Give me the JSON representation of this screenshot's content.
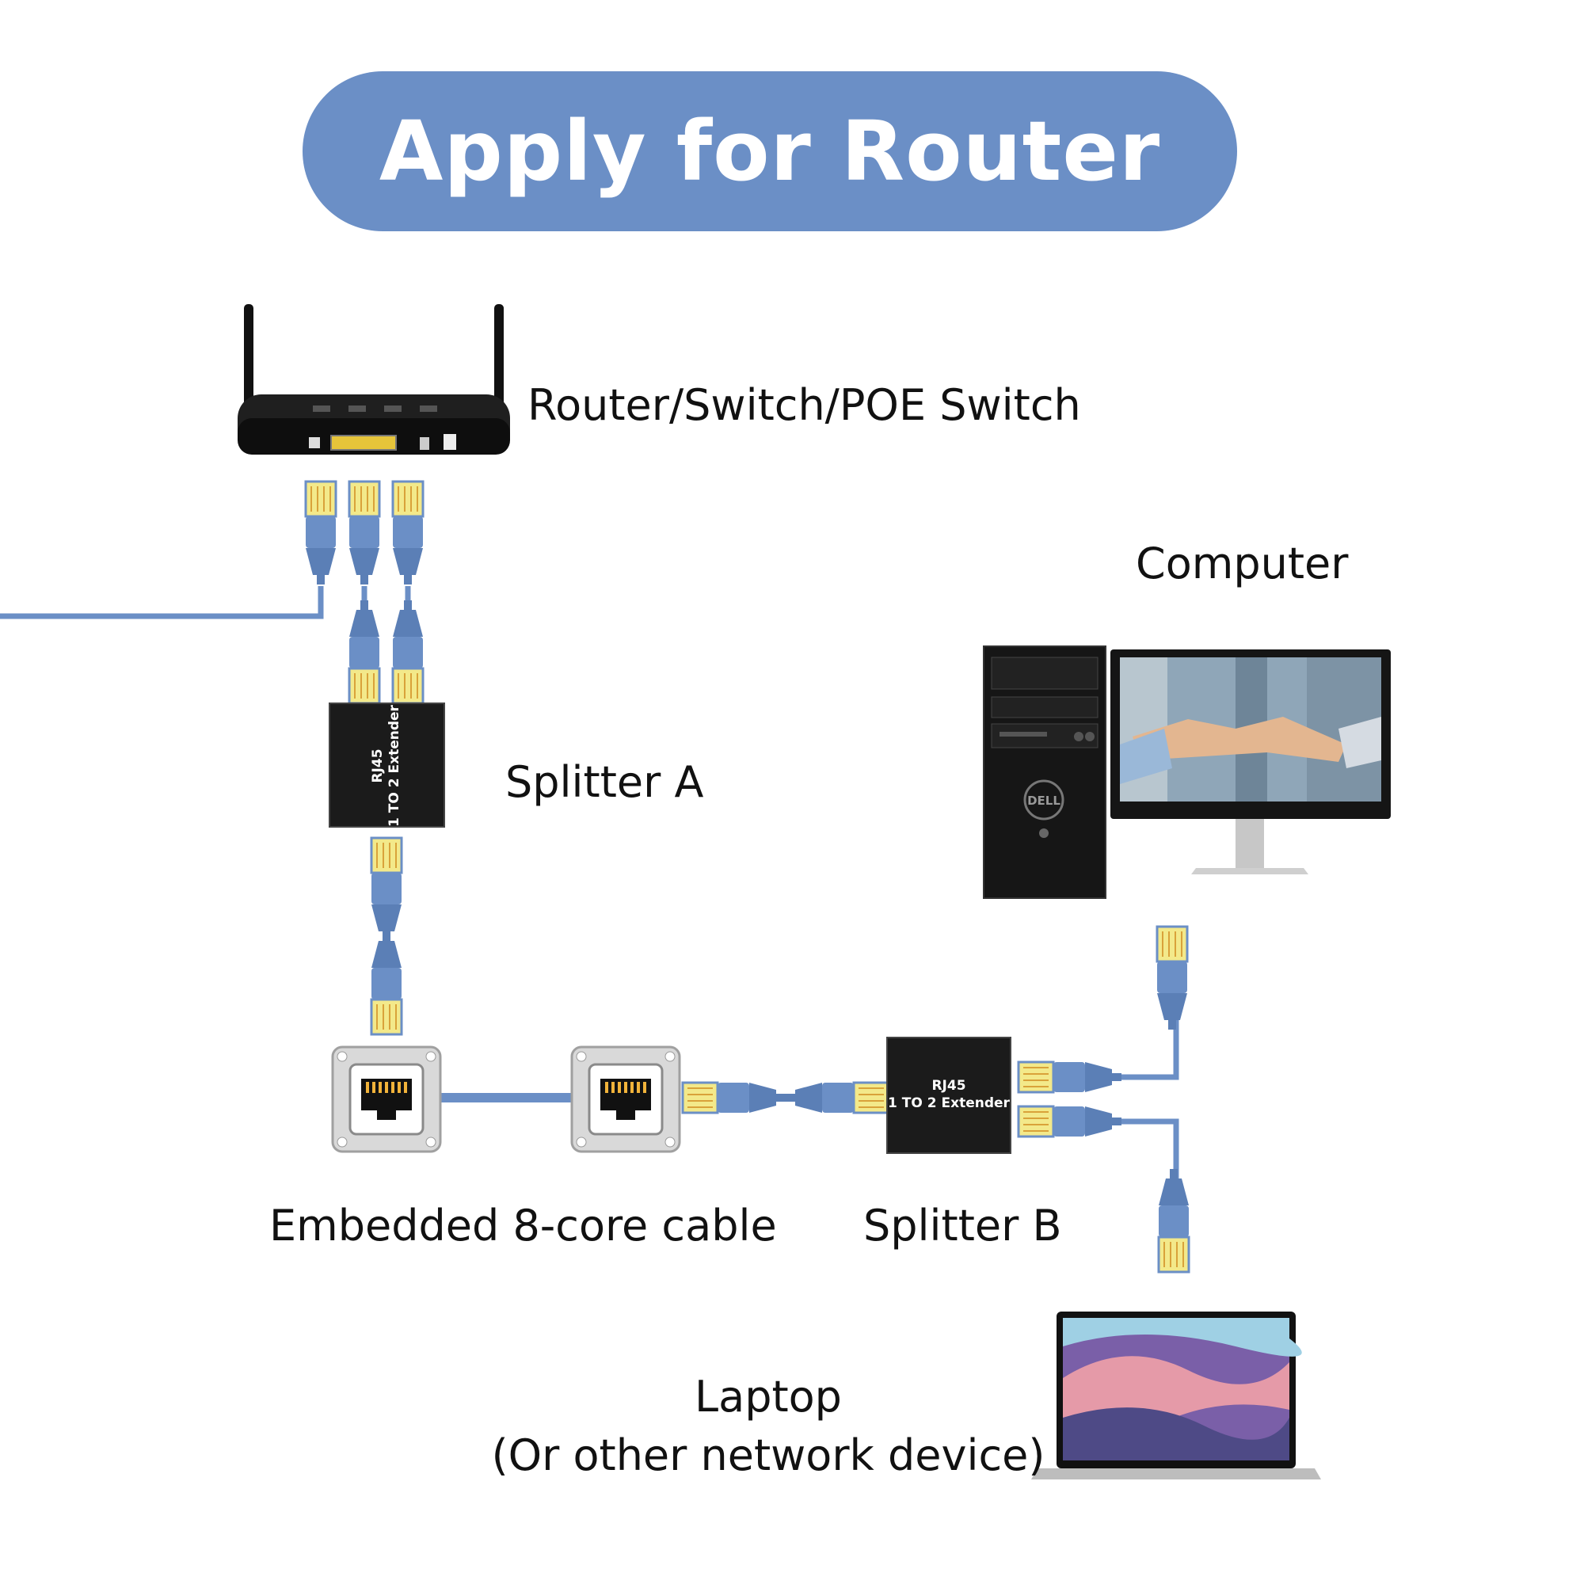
{
  "banner": {
    "title": "Apply for Router"
  },
  "labels": {
    "router": "Router/Switch/POE Switch",
    "computer": "Computer",
    "splitter_a": "Splitter A",
    "splitter_b": "Splitter B",
    "cable": "Embedded 8-core cable",
    "laptop_line1": "Laptop",
    "laptop_line2": "(Or other network device)"
  },
  "device_text": {
    "splitter_line1": "RJ45",
    "splitter_line2": "1 TO 2 Extender",
    "dell_logo": "DELL"
  },
  "colors": {
    "banner": "#6b8fc6",
    "cable": "#6b8fc6",
    "plug_tip": "#f3e98a",
    "device_dark": "#1b1b1b"
  }
}
